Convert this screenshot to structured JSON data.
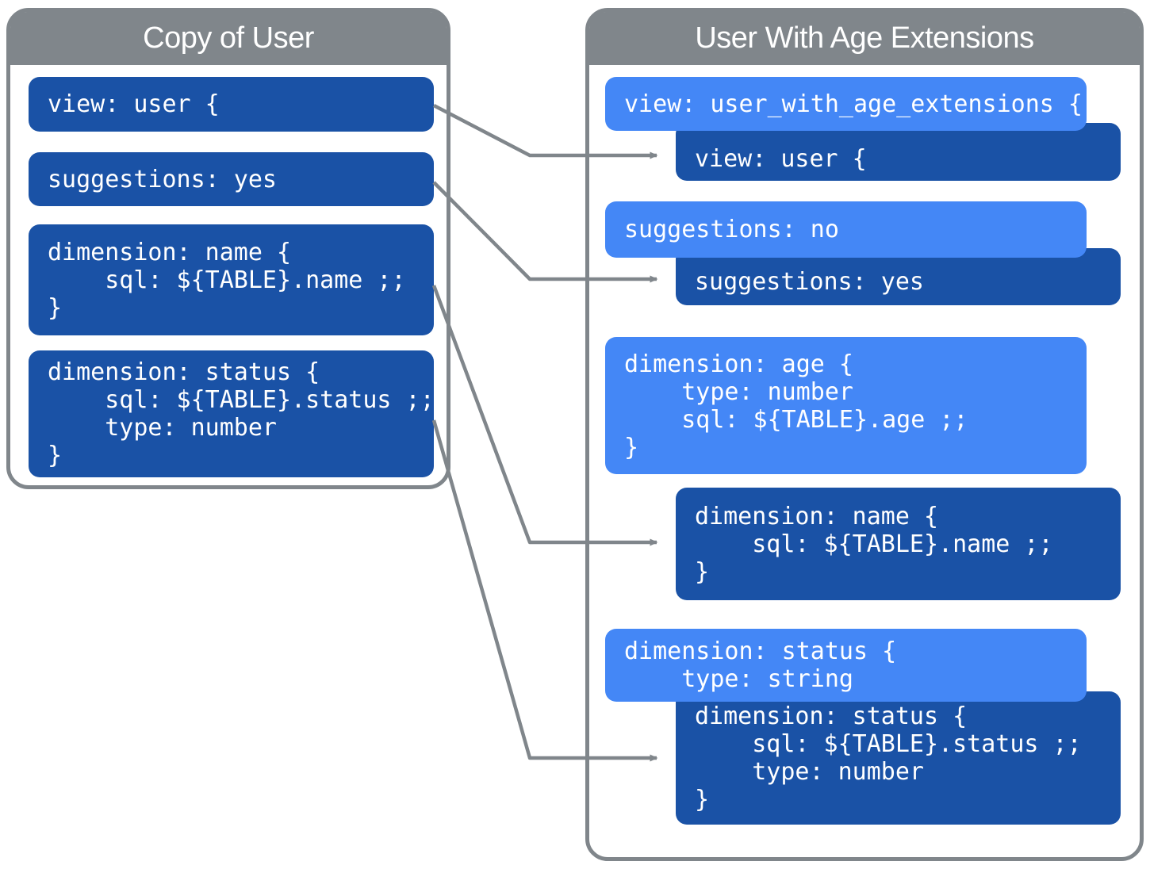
{
  "colors": {
    "dark_blue": "#1A52A6",
    "light_blue": "#4487F6",
    "gray": "#80868B",
    "text_white": "#FFFFFF"
  },
  "left_panel": {
    "title": "Copy of User",
    "boxes": {
      "view": {
        "lines": [
          "view: user {"
        ]
      },
      "suggestions": {
        "lines": [
          "suggestions: yes"
        ]
      },
      "dimension_name": {
        "lines": [
          "dimension: name {",
          "    sql: ${TABLE}.name ;;",
          "}"
        ]
      },
      "dimension_status": {
        "lines": [
          "dimension: status {",
          "    sql: ${TABLE}.status ;;",
          "    type: number",
          "}"
        ]
      }
    }
  },
  "right_panel": {
    "title": "User With Age Extensions",
    "boxes": {
      "view_refinement": {
        "lines": [
          "view: user_with_age_extensions {"
        ]
      },
      "view_base": {
        "lines": [
          "view: user {"
        ]
      },
      "suggestions_refinement": {
        "lines": [
          "suggestions: no"
        ]
      },
      "suggestions_base": {
        "lines": [
          "suggestions: yes"
        ]
      },
      "dimension_age": {
        "lines": [
          "dimension: age {",
          "    type: number",
          "    sql: ${TABLE}.age ;;",
          "}"
        ]
      },
      "dimension_name": {
        "lines": [
          "dimension: name {",
          "    sql: ${TABLE}.name ;;",
          "}"
        ]
      },
      "dimension_status_refinement": {
        "lines": [
          "dimension: status {",
          "    type: string"
        ]
      },
      "dimension_status_base": {
        "lines": [
          "dimension: status {",
          "    sql: ${TABLE}.status ;;",
          "    type: number",
          "}"
        ]
      }
    }
  }
}
